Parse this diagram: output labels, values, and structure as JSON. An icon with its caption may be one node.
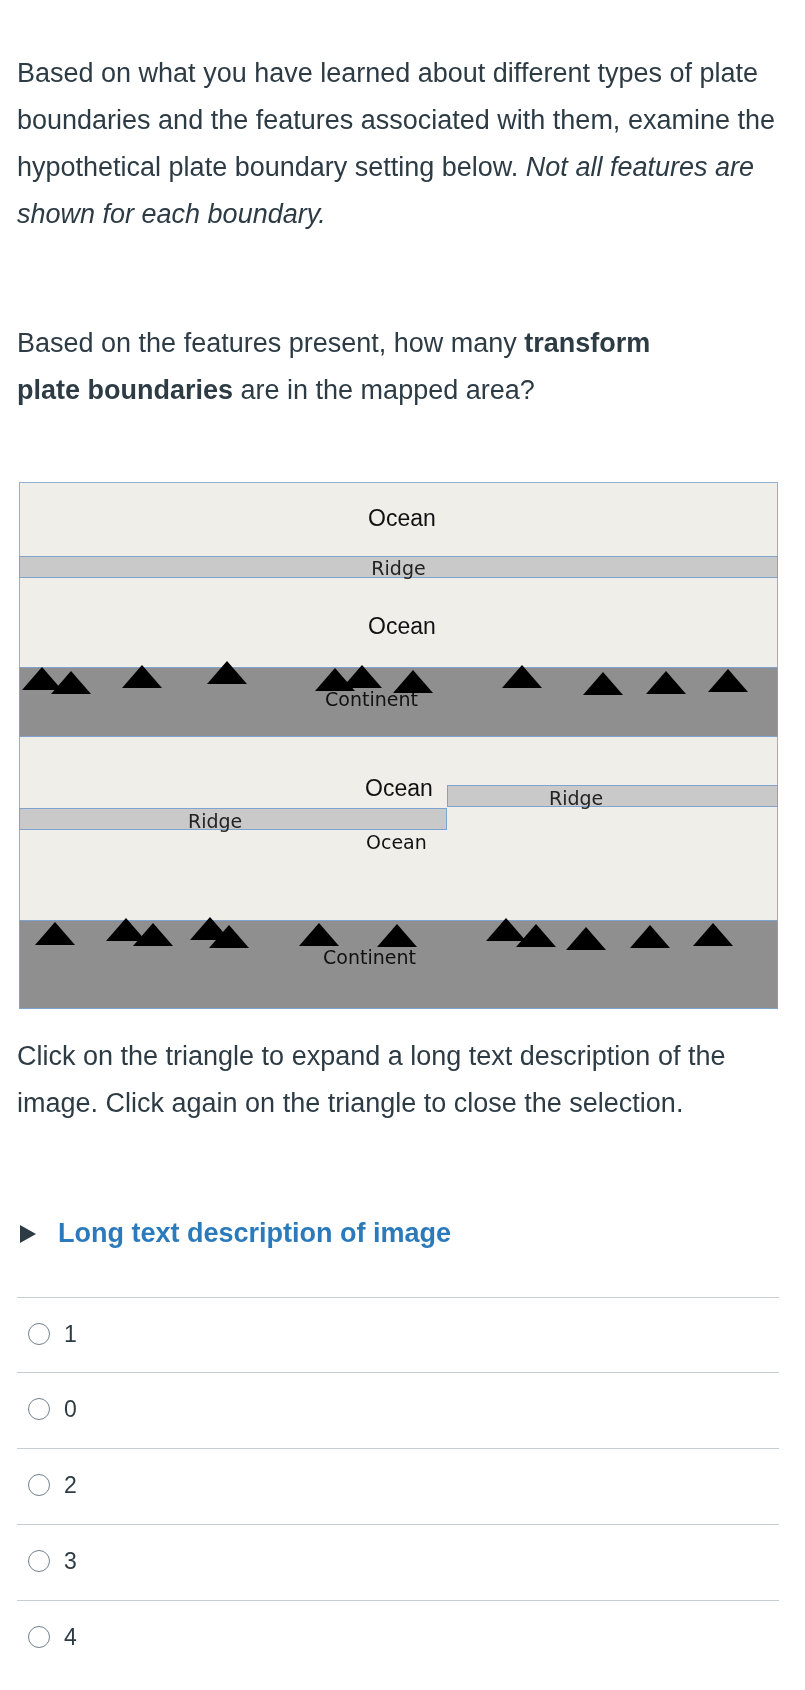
{
  "diagram": {
    "nodes": [
      {
        "text": [
          "Ridge"
        ]
      },
      {
        "text": [
          "Continent"
        ]
      },
      {
        "text": [
          "Ridge"
        ]
      },
      {
        "text": [
          "Ridge"
        ]
      },
      {
        "text": [
          "Continent"
        ]
      }
    ],
    "labels": [
      "Based on what you have learned about different types of plate boundaries and the features associated with them, examine the hypothetical plate boundary setting below. *Not all features are shown for each boundary.*",
      "Based on the features present, how many **transform plate boundaries** are in the mapped area?",
      "Ocean",
      "Ocean",
      "Ocean",
      "Ocean",
      "Click on the triangle to expand a long text description of the image. Click again on the triangle to close the selection.",
      "Long text description of image",
      "1",
      "0",
      "2",
      "3",
      "4"
    ]
  }
}
